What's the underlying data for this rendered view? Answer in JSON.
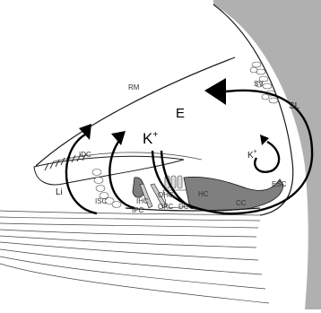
{
  "diagram": {
    "regions": [
      {
        "id": "rm",
        "text": "RM"
      },
      {
        "id": "e",
        "text": "E"
      },
      {
        "id": "sv",
        "text": "SV"
      },
      {
        "id": "sl",
        "text": "SL"
      },
      {
        "id": "li",
        "text": "Li"
      },
      {
        "id": "idc",
        "text": "IDC"
      },
      {
        "id": "isc",
        "text": "ISC"
      },
      {
        "id": "ihc",
        "text": "IHC"
      },
      {
        "id": "ipc",
        "text": "IPC"
      },
      {
        "id": "ohc",
        "text": "OHC"
      },
      {
        "id": "opc",
        "text": "OPC"
      },
      {
        "id": "dc",
        "text": "DC"
      },
      {
        "id": "hc",
        "text": "HC"
      },
      {
        "id": "cc",
        "text": "CC"
      },
      {
        "id": "esc",
        "text": "ESC"
      }
    ],
    "ions": [
      {
        "id": "k-main",
        "text": "K",
        "charge": "+"
      },
      {
        "id": "k-small",
        "text": "K",
        "charge": "+"
      }
    ],
    "colors": {
      "tissue_gray": "#b0b0b0",
      "cell_dark": "#7f7f7f",
      "line": "#1a1a1a",
      "arrow": "#000000"
    }
  }
}
